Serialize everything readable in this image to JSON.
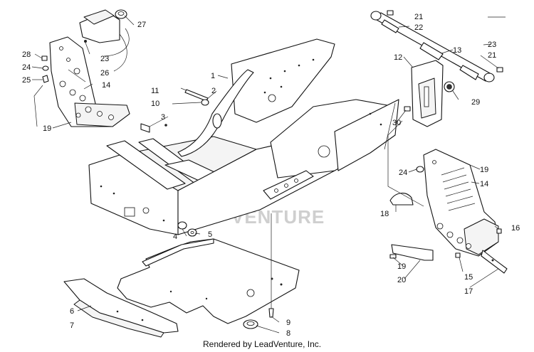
{
  "callouts": [
    "1",
    "2",
    "3",
    "4",
    "5",
    "6",
    "7",
    "8",
    "9",
    "10",
    "11",
    "12",
    "13",
    "14",
    "14",
    "15",
    "16",
    "17",
    "18",
    "19",
    "19",
    "19",
    "20",
    "21",
    "21",
    "22",
    "23",
    "23",
    "24",
    "24",
    "25",
    "26",
    "27",
    "28",
    "29",
    "30"
  ],
  "watermark": "VENTURE",
  "credit": "Rendered by LeadVenture, Inc."
}
